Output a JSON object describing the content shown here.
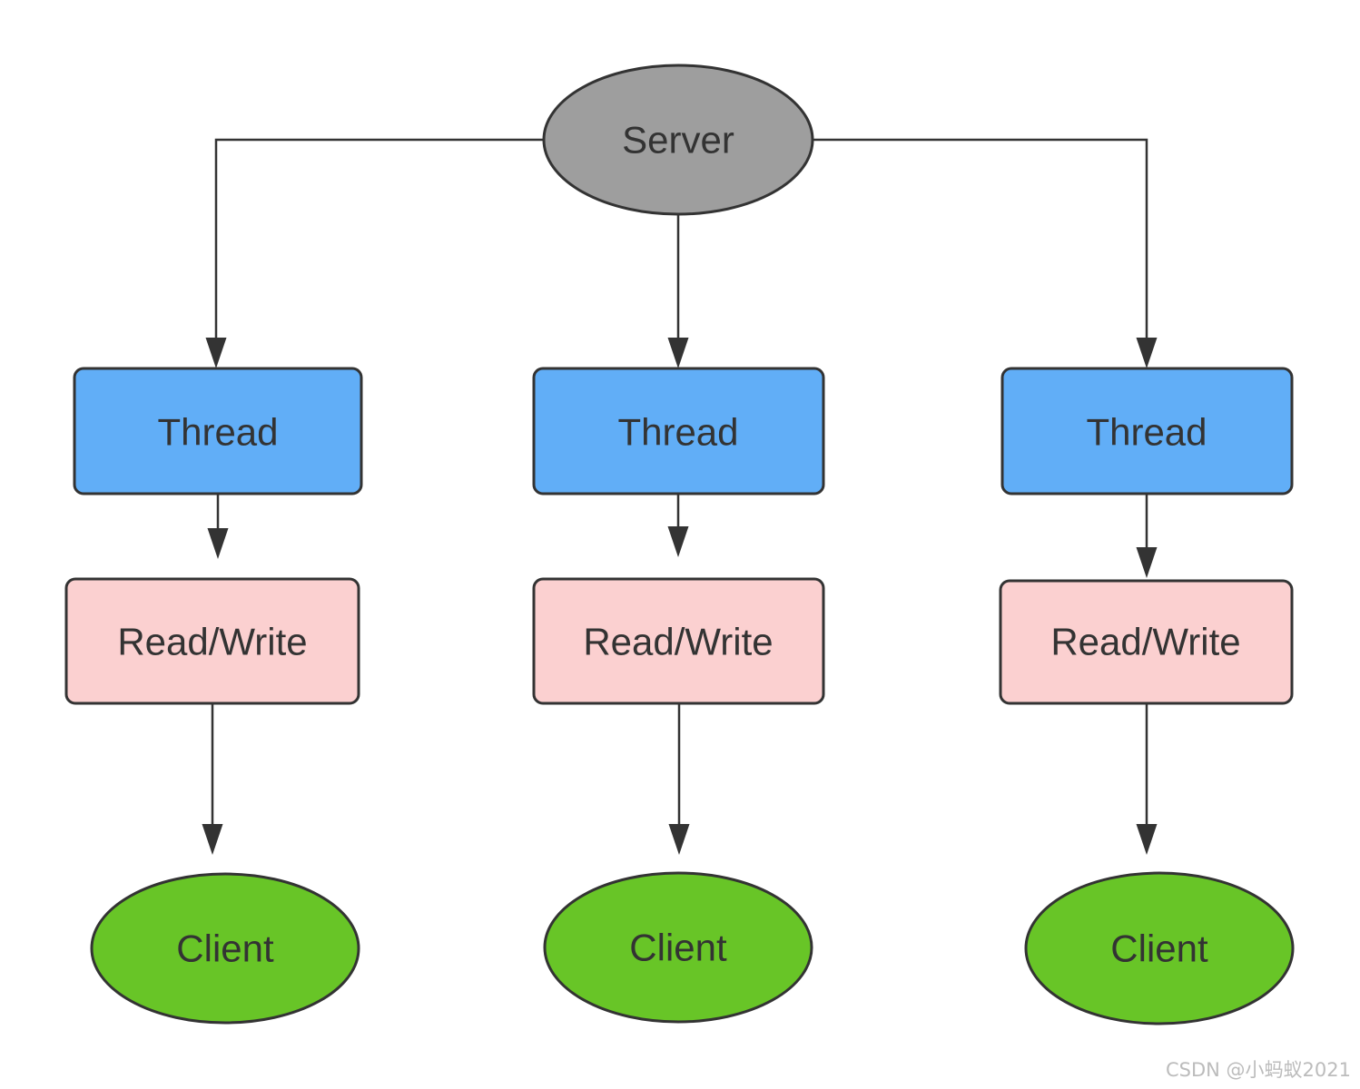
{
  "diagram": {
    "title_semantics": "server-multithread-read-write-client-flow",
    "server": {
      "label": "Server"
    },
    "columns": [
      {
        "thread": "Thread",
        "readwrite": "Read/Write",
        "client": "Client"
      },
      {
        "thread": "Thread",
        "readwrite": "Read/Write",
        "client": "Client"
      },
      {
        "thread": "Thread",
        "readwrite": "Read/Write",
        "client": "Client"
      }
    ],
    "colors": {
      "server_fill": "#9E9E9E",
      "thread_fill": "#61AEF7",
      "readwrite_fill": "#FBD0D0",
      "client_fill": "#68C527",
      "stroke": "#333333",
      "text": "#333333",
      "background": "#FFFFFF"
    }
  },
  "watermark": {
    "text": "CSDN @小蚂蚁2021",
    "color": "#BCBCBC"
  }
}
